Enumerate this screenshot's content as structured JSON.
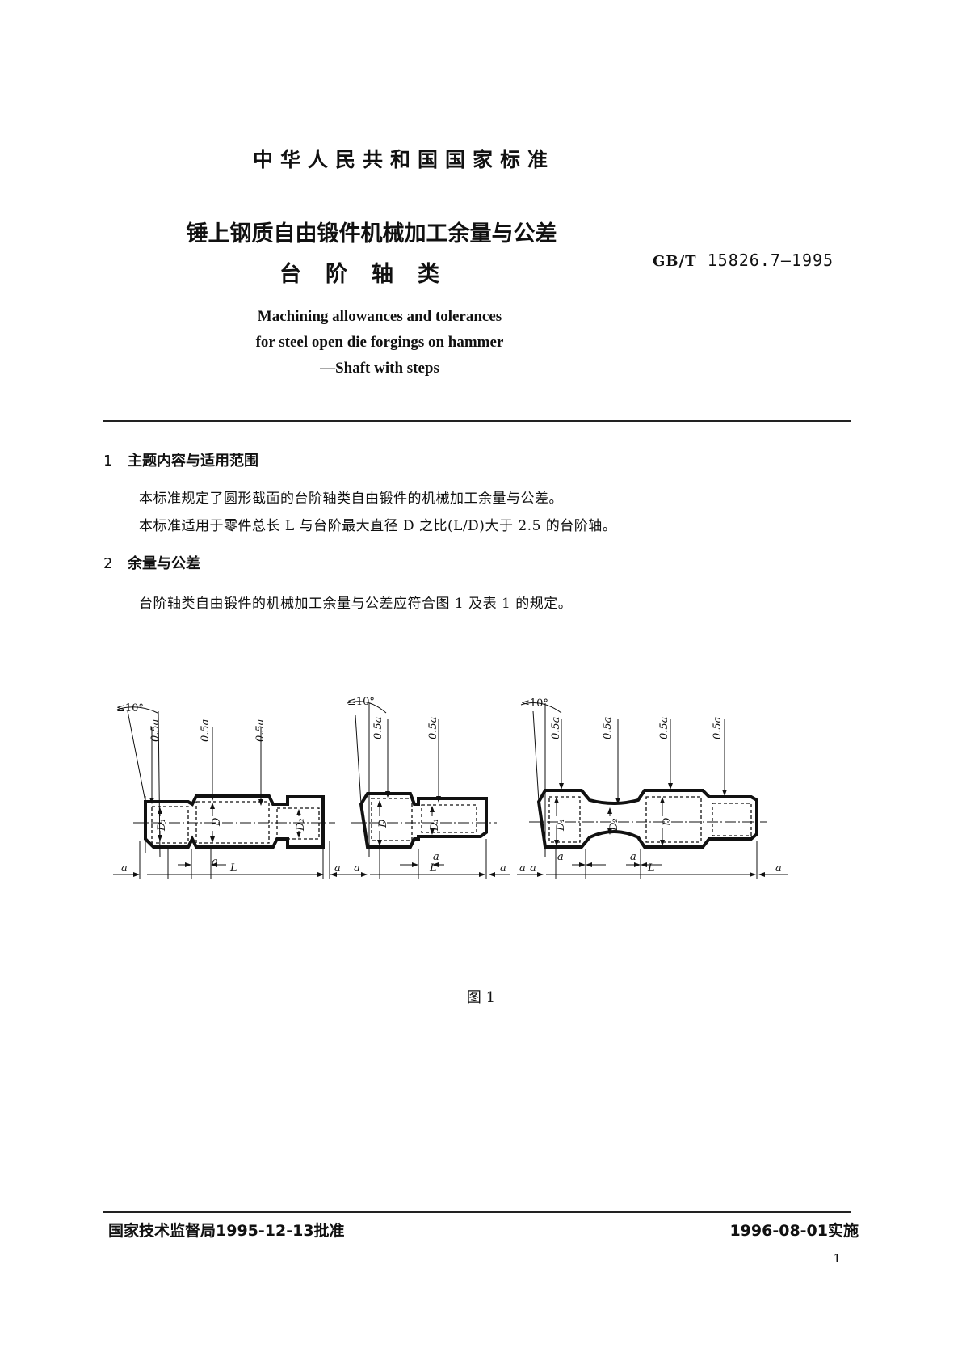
{
  "header": {
    "national_standard": "中华人民共和国国家标准",
    "title_cn_line1": "锤上钢质自由锻件机械加工余量与公差",
    "title_cn_line2": "台阶轴类",
    "standard_prefix": "GB/T",
    "standard_number": "15826.7—1995",
    "title_en_line1": "Machining allowances and tolerances",
    "title_en_line2": "for steel open die forgings on hammer",
    "title_en_line3": "—Shaft with steps"
  },
  "sections": [
    {
      "number": "1",
      "heading": "主题内容与适用范围",
      "paragraphs": [
        "本标准规定了圆形截面的台阶轴类自由锻件的机械加工余量与公差。",
        "本标准适用于零件总长 L 与台阶最大直径 D 之比(L/D)大于 2.5 的台阶轴。"
      ]
    },
    {
      "number": "2",
      "heading": "余量与公差",
      "paragraphs": [
        "台阶轴类自由锻件的机械加工余量与公差应符合图 1 及表 1 的规定。"
      ]
    }
  ],
  "figure": {
    "caption": "图 1",
    "angle_label": "≤10°",
    "half_allowance_label": "0.5a",
    "allowance_label": "a",
    "length_label": "L",
    "diameter_label": "D",
    "diameter_1_label": "D₁",
    "diameter_2_label": "D₂"
  },
  "footer": {
    "approval": "国家技术监督局1995-12-13批准",
    "implementation": "1996-08-01实施",
    "page_number": "1"
  }
}
